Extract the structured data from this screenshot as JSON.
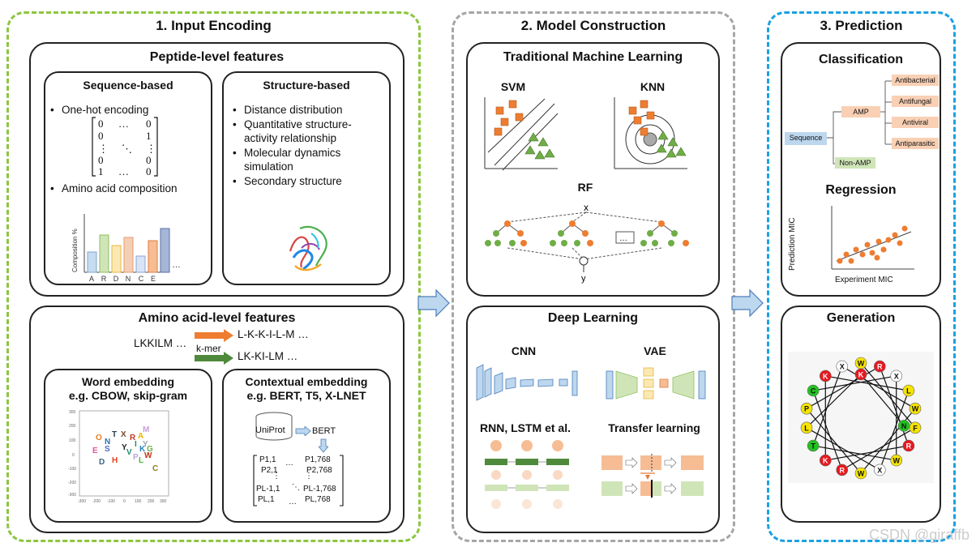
{
  "panels": {
    "encoding_title": "1. Input Encoding",
    "model_title": "2. Model Construction",
    "prediction_title": "3. Prediction"
  },
  "encoding": {
    "peptide_title": "Peptide-level features",
    "sequence_title": "Sequence-based",
    "sequence_items": [
      "One-hot encoding",
      "Amino acid composition"
    ],
    "matrix_rows": [
      "0  …  0",
      "0       1",
      "⋮   ⋱   ⋮",
      "0       0",
      "1  …  0"
    ],
    "bar_ylabel": "Composition %",
    "bar_categories": [
      "A",
      "R",
      "D",
      "N",
      "C",
      "E"
    ],
    "bar_ellipsis": "…",
    "structure_title": "Structure-based",
    "structure_items": [
      "Distance distribution",
      "Quantitative structure-activity relationship",
      "Molecular dynamics simulation",
      "Secondary structure"
    ],
    "aa_title": "Amino acid-level features",
    "kmer_input": "LKKILM …",
    "kmer_out1": "L-K-K-I-L-M …",
    "kmer_label": "k-mer",
    "kmer_out2": "LK-KI-LM …",
    "word_title": "Word embedding",
    "word_sub": "e.g. CBOW, skip-gram",
    "word_letters": [
      "M",
      "A",
      "Y",
      "T",
      "X",
      "R",
      "O",
      "N",
      "I",
      "K",
      "G",
      "E",
      "S",
      "Y",
      "W",
      "V",
      "P",
      "D",
      "H",
      "L",
      "C"
    ],
    "word_xticks": [
      "-300",
      "-200",
      "-100",
      "0",
      "100",
      "200",
      "300"
    ],
    "word_yticks": [
      "300",
      "200",
      "100",
      "0",
      "-100",
      "-200",
      "-300"
    ],
    "ctx_title": "Contextual embedding",
    "ctx_sub": "e.g. BERT, T5, X-LNET",
    "uniprot": "UniProt",
    "bert": "BERT",
    "mat_tl": "P1,1",
    "mat_tr": "P1,768",
    "mat_ml": "P2,1",
    "mat_mr": "P2,768",
    "mat_bl1": "PL-1,1",
    "mat_br1": "PL-1,768",
    "mat_bl2": "PL,1",
    "mat_br2": "PL,768"
  },
  "model": {
    "tml_title": "Traditional Machine Learning",
    "svm": "SVM",
    "knn": "KNN",
    "rf": "RF",
    "rf_x": "x",
    "rf_y": "y",
    "rf_dots": "…",
    "dl_title": "Deep Learning",
    "cnn": "CNN",
    "vae": "VAE",
    "rnn": "RNN, LSTM et al.",
    "transfer": "Transfer learning"
  },
  "prediction": {
    "class_title": "Classification",
    "sequence": "Sequence",
    "amp": "AMP",
    "non_amp": "Non-AMP",
    "classes": [
      "Antibacterial",
      "Antifungal",
      "Antiviral",
      "Antiparasitic"
    ],
    "reg_title": "Regression",
    "reg_ylabel": "Prediction MIC",
    "reg_xlabel": "Experiment MIC",
    "gen_title": "Generation"
  },
  "helix": [
    {
      "aa": "W",
      "color": "#f5e300"
    },
    {
      "aa": "F",
      "color": "#f5e300"
    },
    {
      "aa": "R",
      "color": "#e8191f"
    },
    {
      "aa": "C",
      "color": "#22c21f"
    },
    {
      "aa": "X",
      "color": "#ffffff"
    },
    {
      "aa": "W",
      "color": "#f5e300"
    },
    {
      "aa": "T",
      "color": "#22c21f"
    },
    {
      "aa": "X",
      "color": "#ffffff"
    },
    {
      "aa": "W",
      "color": "#f5e300"
    },
    {
      "aa": "W",
      "color": "#f5e300"
    },
    {
      "aa": "P",
      "color": "#f5e300"
    },
    {
      "aa": "R",
      "color": "#e8191f"
    },
    {
      "aa": "R",
      "color": "#e8191f"
    },
    {
      "aa": "K",
      "color": "#e8191f"
    },
    {
      "aa": "K",
      "color": "#e8191f"
    },
    {
      "aa": "L",
      "color": "#f5e300"
    },
    {
      "aa": "X",
      "color": "#ffffff"
    },
    {
      "aa": "L",
      "color": "#f5e300"
    },
    {
      "aa": "K",
      "color": "#e8191f"
    },
    {
      "aa": "N",
      "color": "#22c21f"
    }
  ],
  "watermark": "CSDN @giraffb",
  "colors": {
    "green_dash": "#8cc63e",
    "gray_dash": "#a6a6a6",
    "blue_dash": "#1ba1e2",
    "orange": "#ee7d31",
    "green": "#70ad47"
  }
}
